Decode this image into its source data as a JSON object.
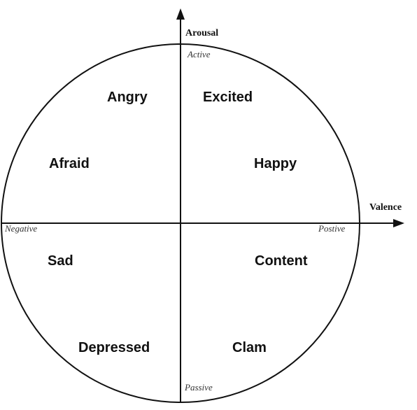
{
  "axes": {
    "vertical_title": "Arousal",
    "horizontal_title": "Valence",
    "top_pole": "Active",
    "bottom_pole": "Passive",
    "left_pole": "Negative",
    "right_pole": "Postive"
  },
  "emotions": {
    "angry": "Angry",
    "excited": "Excited",
    "afraid": "Afraid",
    "happy": "Happy",
    "sad": "Sad",
    "content": "Content",
    "depressed": "Depressed",
    "calm": "Clam"
  },
  "colors": {
    "line": "#111111",
    "text": "#111111",
    "background": "#ffffff"
  }
}
